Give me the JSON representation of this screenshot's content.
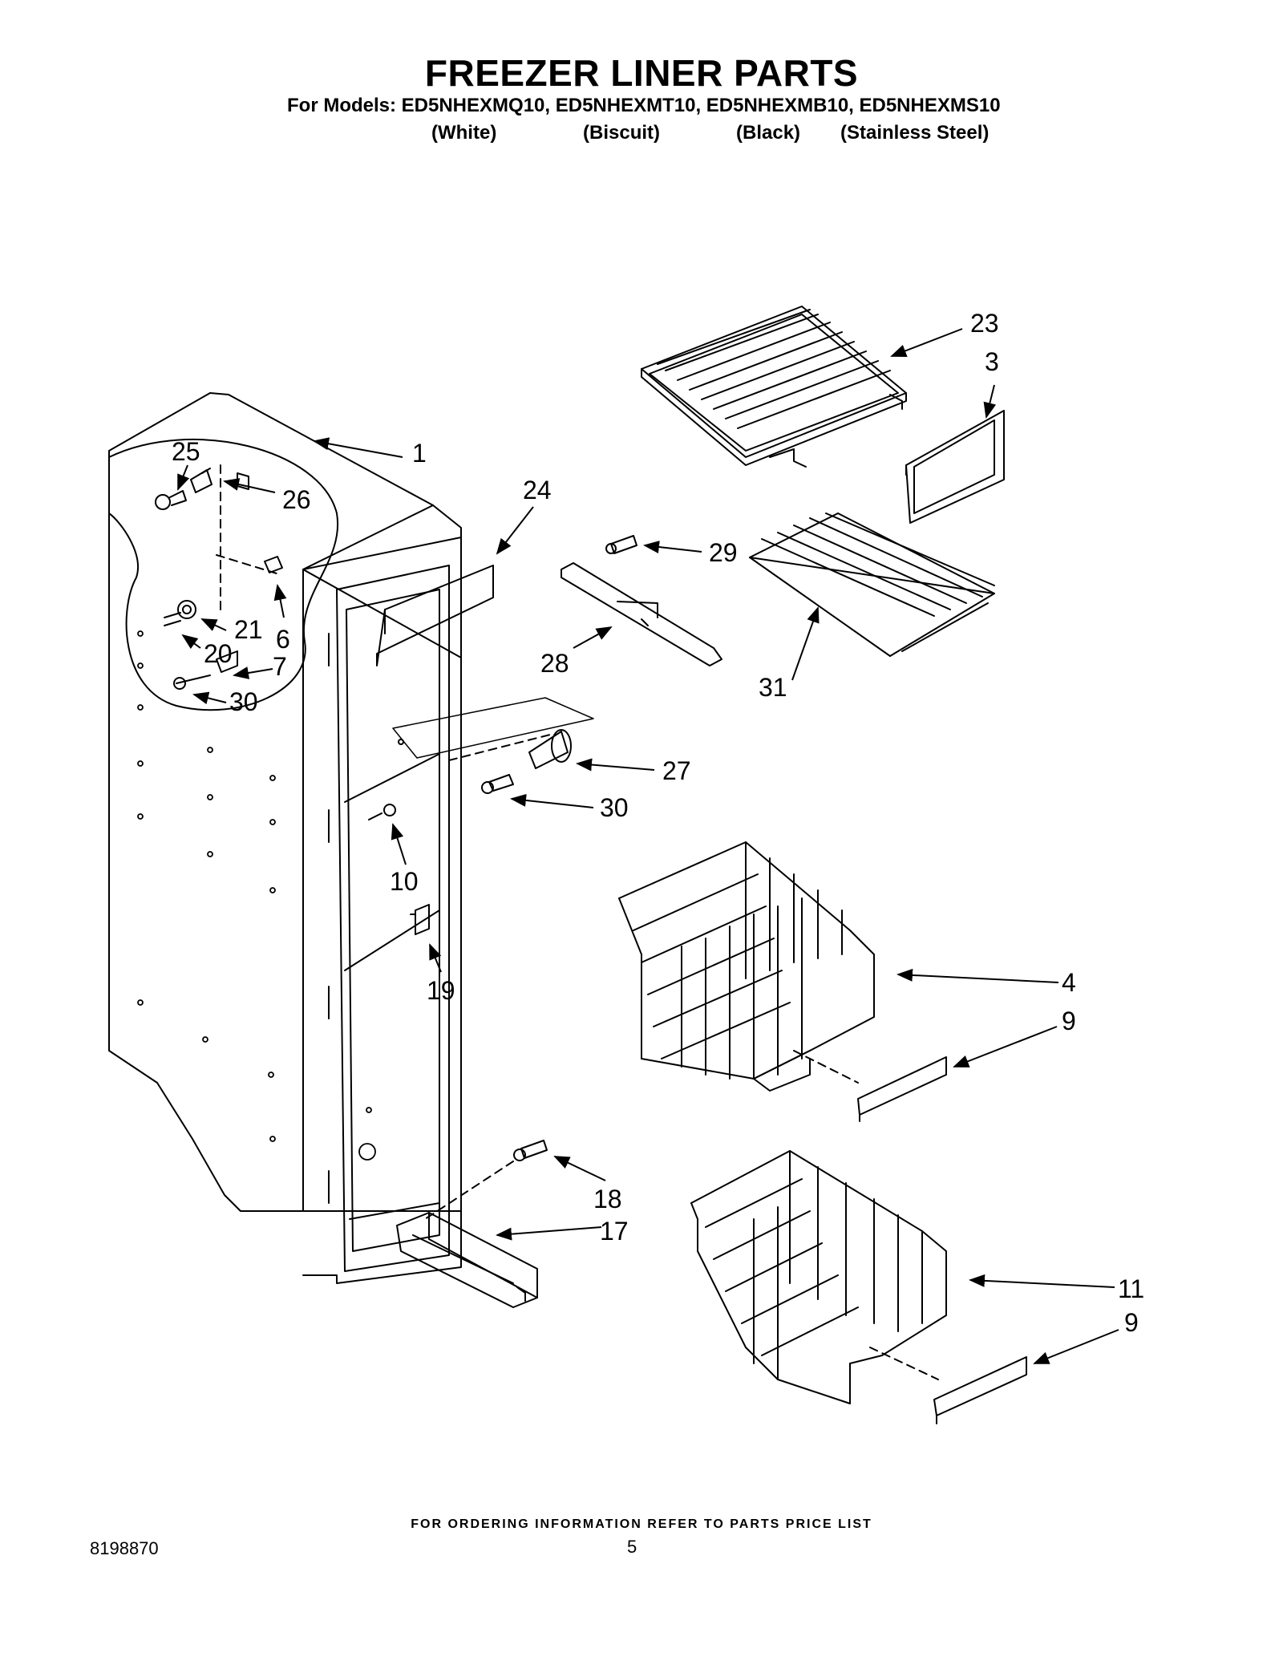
{
  "header": {
    "title": "FREEZER LINER PARTS",
    "models_line": "For Models: ED5NHEXMQ10, ED5NHEXMT10, ED5NHEXMB10, ED5NHEXMS10",
    "variants": [
      "(White)",
      "(Biscuit)",
      "(Black)",
      "(Stainless Steel)"
    ]
  },
  "callouts": {
    "c1": "1",
    "c23": "23",
    "c3": "3",
    "c25": "25",
    "c26": "26",
    "c24": "24",
    "c29": "29",
    "c21": "21",
    "c6": "6",
    "c20": "20",
    "c7": "7",
    "c30a": "30",
    "c28": "28",
    "c31": "31",
    "c27": "27",
    "c30b": "30",
    "c10": "10",
    "c19": "19",
    "c4": "4",
    "c9a": "9",
    "c18": "18",
    "c17": "17",
    "c11": "11",
    "c9b": "9"
  },
  "footer": {
    "ordering_note": "FOR ORDERING INFORMATION REFER TO PARTS PRICE LIST",
    "doc_number": "8198870",
    "page_number": "5"
  }
}
